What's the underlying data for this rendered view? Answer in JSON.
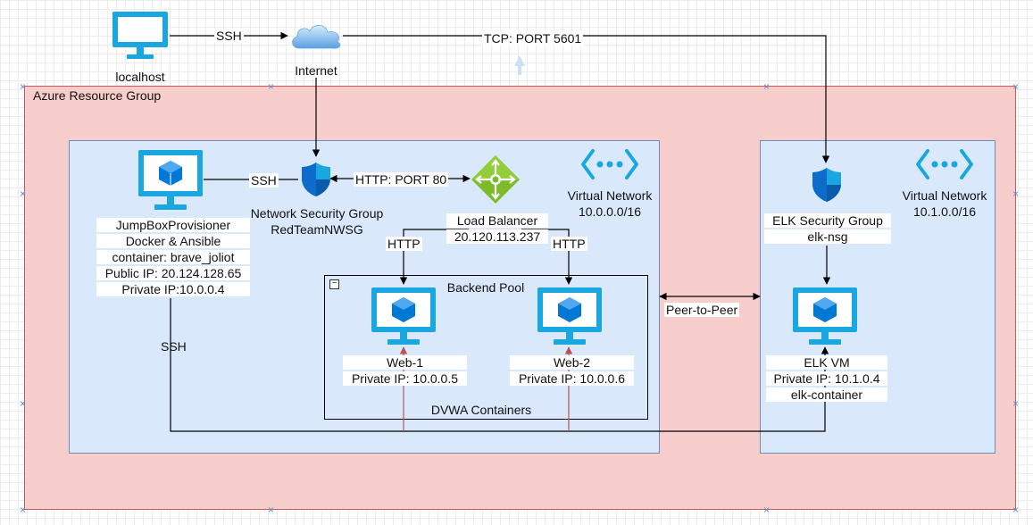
{
  "resource_group": {
    "label": "Azure Resource Group"
  },
  "localhost": {
    "label": "localhost"
  },
  "internet": {
    "label": "Internet"
  },
  "edges": {
    "ssh_top": "SSH",
    "tcp": "TCP: PORT 5601",
    "ssh_jump": "SSH",
    "http80": "HTTP: PORT 80",
    "http_left": "HTTP",
    "http_right": "HTTP",
    "ssh_down": "SSH",
    "peer": "Peer-to-Peer"
  },
  "vnet1": {
    "title": "Virtual Network",
    "cidr": "10.0.0.0/16"
  },
  "vnet2": {
    "title": "Virtual Network",
    "cidr": "10.1.0.0/16"
  },
  "jumpbox": {
    "line1": "JumpBoxProvisioner",
    "line2": "Docker & Ansible",
    "line3": "container: brave_joliot",
    "line4": "Public IP: 20.124.128.65",
    "line5": "Private IP:10.0.0.4"
  },
  "nsg": {
    "line1": "Network Security Group",
    "line2": "RedTeamNWSG"
  },
  "lb": {
    "line1": "Load Balancer",
    "line2": "20.120.113.237"
  },
  "pool": {
    "title": "Backend Pool",
    "toggle": "−",
    "footer": "DVWA Containers"
  },
  "web1": {
    "line1": "Web-1",
    "line2": "Private IP: 10.0.0.5"
  },
  "web2": {
    "line1": "Web-2",
    "line2": "Private IP: 10.0.0.6"
  },
  "elk_nsg": {
    "line1": "ELK Security Group",
    "line2": "elk-nsg"
  },
  "elk": {
    "line1": "ELK VM",
    "line2": "Private IP: 10.1.0.4",
    "line3": "elk-container"
  },
  "colors": {
    "resource_group_fill": "#f8cecc",
    "resource_group_border": "#d45555",
    "vnet_fill": "#dae8fc",
    "vnet_border": "#6c8ebf",
    "monitor": "#1aa7e0",
    "cube": "#0078d4",
    "lb_green": "#7dbb2a"
  }
}
